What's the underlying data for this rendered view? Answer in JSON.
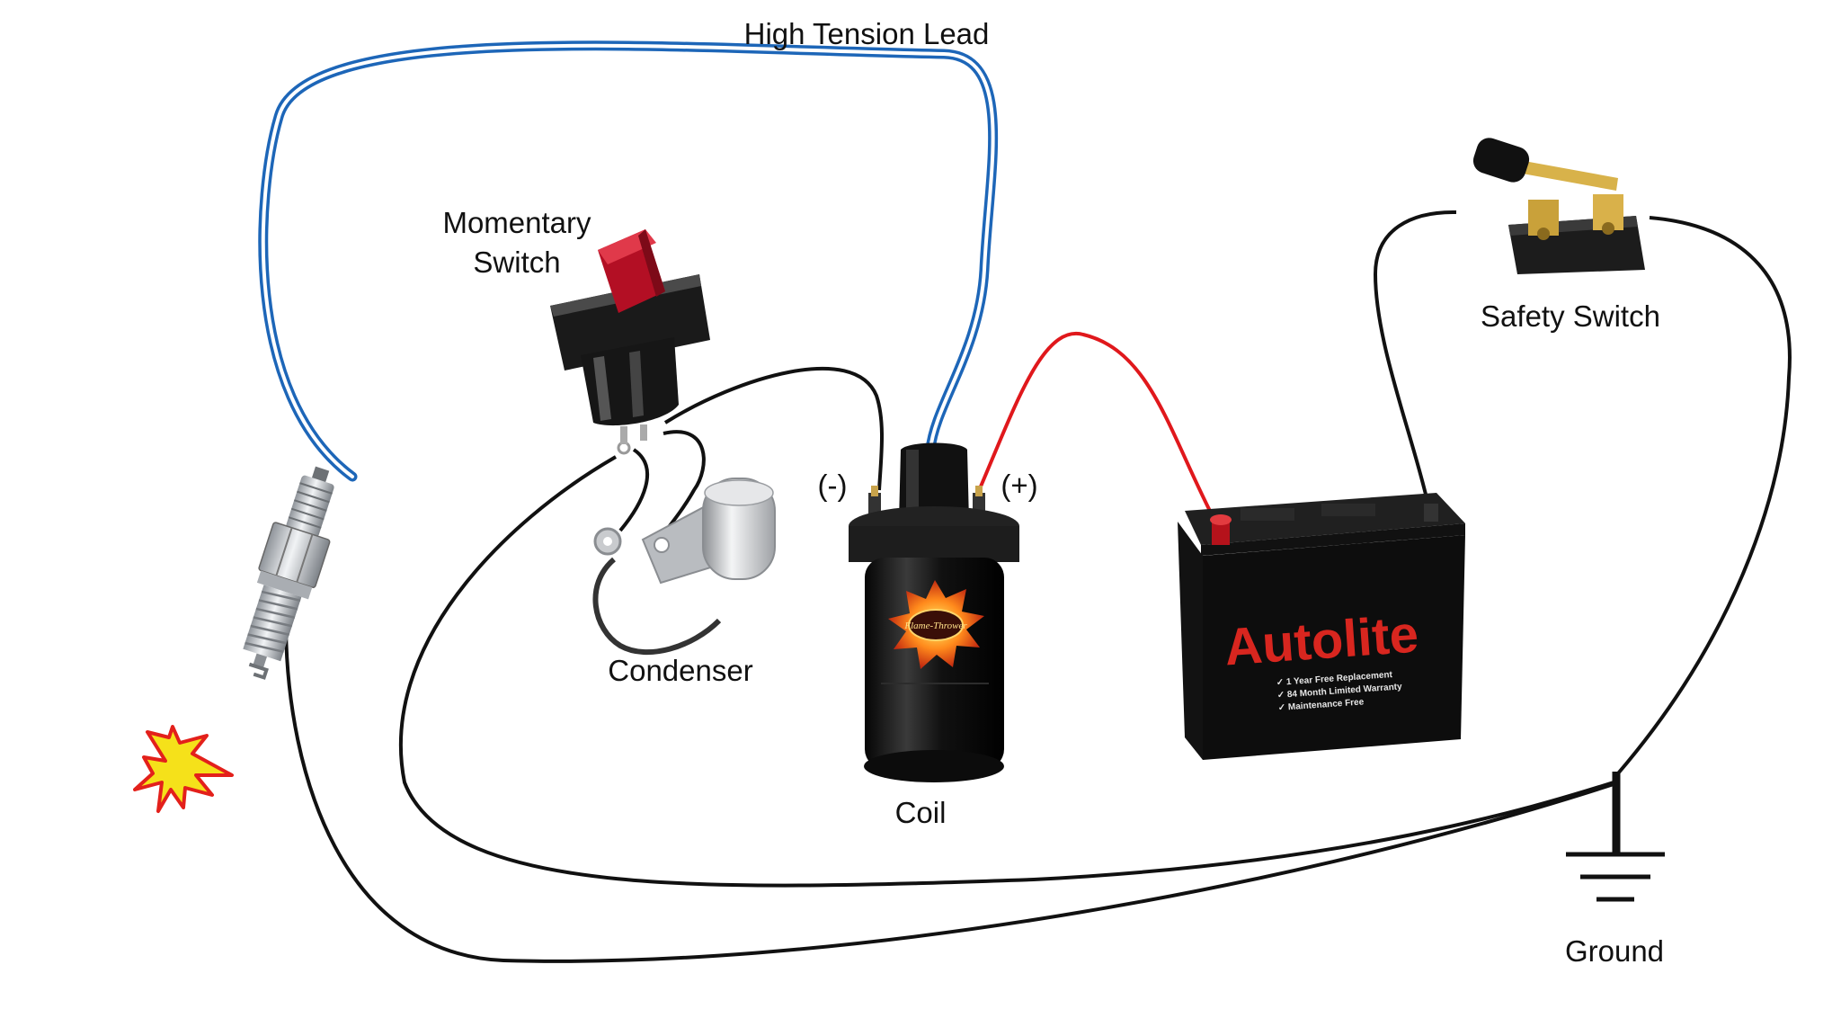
{
  "labels": {
    "high_tension_lead": "High Tension Lead",
    "momentary_switch_line1": "Momentary",
    "momentary_switch_line2": "Switch",
    "condenser": "Condenser",
    "coil": "Coil",
    "coil_negative": "(-)",
    "coil_positive": "(+)",
    "safety_switch": "Safety Switch",
    "ground": "Ground"
  },
  "battery": {
    "brand": "Autolite",
    "lines": [
      "✓ 1 Year Free Replacement",
      "✓ 84 Month Limited Warranty",
      "✓ Maintenance Free"
    ]
  },
  "coil": {
    "badge": "Flame-Thrower"
  },
  "colors": {
    "ht_lead": "#2f7fd1",
    "positive_wire": "#e0181c",
    "ground_wire": "#111111",
    "battery_label": "#d8261f",
    "spark": "#f5e11a",
    "spark_outline": "#e3201b",
    "switch_button": "#c4122a"
  },
  "icons": [
    "spark-plug-icon",
    "momentary-switch-icon",
    "condenser-icon",
    "ignition-coil-icon",
    "car-battery-icon",
    "safety-switch-icon",
    "ground-symbol-icon",
    "spark-icon"
  ]
}
